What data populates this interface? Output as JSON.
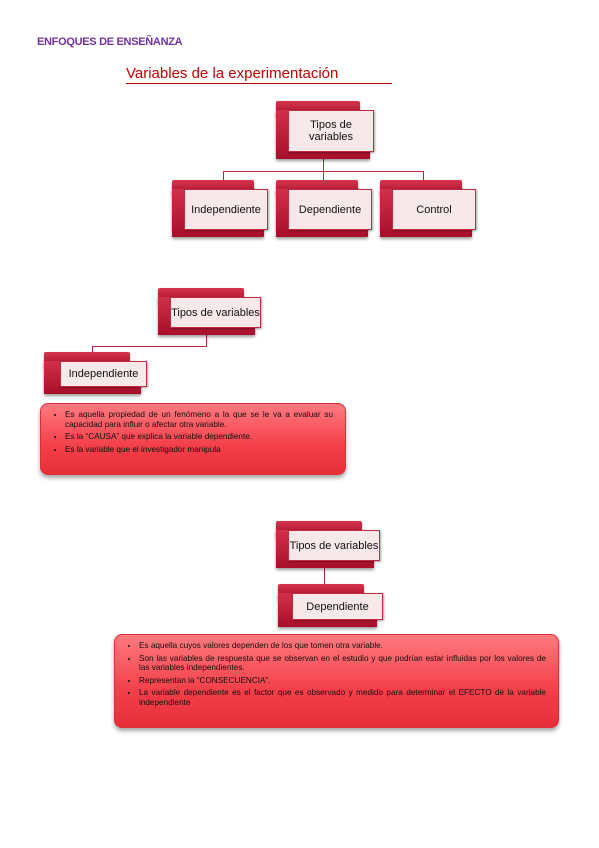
{
  "page": {
    "header": "ENFOQUES DE ENSEÑANZA",
    "title": "Variables de la experimentación"
  },
  "diagram1": {
    "root": "Tipos de variables",
    "children": [
      "Independiente",
      "Dependiente",
      "Control"
    ]
  },
  "diagram2": {
    "root": "Tipos de variables",
    "child": "Independiente",
    "bullets": [
      "Es aquella propiedad de un fenómeno a la que se le va a evaluar su capacidad para influir o afectar otra variable.",
      "Es la “CAUSA” que explica la variable dependiente.",
      "Es la variable que el investigador manipula"
    ]
  },
  "diagram3": {
    "root": "Tipos de variables",
    "child": "Dependiente",
    "bullets": [
      "Es aquella cuyos valores dependen de los que tomen otra variable.",
      "Son las variables de respuesta que se observan en el estudio y que podrían estar influidas por los valores de las variables independientes.",
      "Representan la “CONSECUENCIA”.",
      "La variable dependiente es el factor que es observado y medido para determinar el EFECTO de la variable independiente"
    ]
  },
  "colors": {
    "accent": "#c00000",
    "header": "#7030a0",
    "box_dark": "#b0142e",
    "box_light": "#f7e8ea",
    "bullet_bg": "#f24a52"
  }
}
